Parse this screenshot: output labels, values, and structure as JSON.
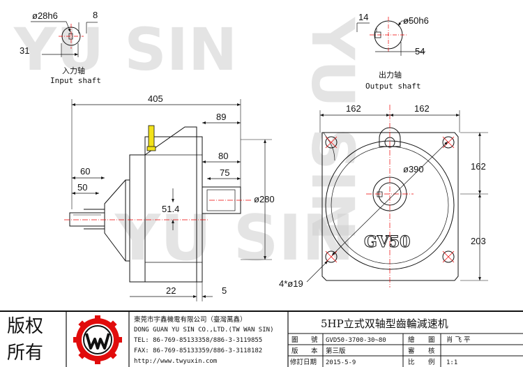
{
  "input_shaft": {
    "diameter": "ø28h6",
    "key_width": "8",
    "key_depth": "31",
    "label_cn": "入力轴",
    "label_en": "Input shaft"
  },
  "output_shaft": {
    "key_width": "14",
    "diameter": "ø50h6",
    "key_depth": "54",
    "label_cn": "出力轴",
    "label_en": "Output shaft"
  },
  "side_view": {
    "overall_length": "405",
    "dim_89": "89",
    "dim_80": "80",
    "dim_75": "75",
    "dim_60": "60",
    "dim_50": "50",
    "dim_51_4": "51.4",
    "dim_280": "ø280",
    "dim_22": "22",
    "dim_5": "5"
  },
  "front_view": {
    "half_width_left": "162",
    "half_width_right": "162",
    "flange_dia": "ø390",
    "top_height": "162",
    "bottom_height": "203",
    "holes": "4*ø19",
    "model_text": "GV50"
  },
  "watermark": {
    "text_top": "YU SIN",
    "text_vertical": "YU SIN",
    "text_bottom": "YU SIN"
  },
  "title_block": {
    "rights_line1": "版权",
    "rights_line2": "所有",
    "company_cn": "東莞市宇鑫機電有限公司（臺灣萬鑫）",
    "company_en": "DONG GUAN YU SIN CO.,LTD.(TW WAN SIN)",
    "tel": "TEL: 86-769-85133358/886-3-3119855",
    "fax": "FAX: 86-769-85133359/886-3-3118182",
    "http": "http://www.twyuxin.com",
    "product_title": "5HP立式双轴型齒輪減速机",
    "rows": [
      {
        "l1": "圖",
        "l2": "號",
        "v1": "GVD50-3700-30~80",
        "r1": "繪",
        "r2": "圖",
        "v2": "肖 飞 平"
      },
      {
        "l1": "版",
        "l2": "本",
        "v1": "第三版",
        "r1": "審",
        "r2": "核",
        "v2": ""
      },
      {
        "l1": "修訂日期",
        "l2": "",
        "v1": "2015-5-9",
        "r1": "比",
        "r2": "例",
        "v2": "1:1"
      }
    ]
  }
}
